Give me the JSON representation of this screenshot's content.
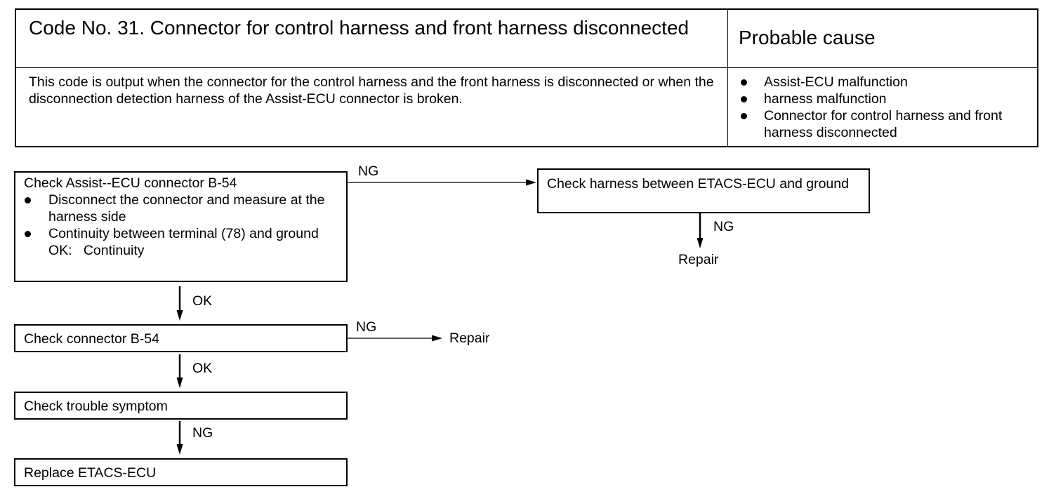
{
  "header": {
    "title": "Code No. 31. Connector for control harness and front harness disconnected",
    "cause_title": "Probable cause",
    "description": "This code is output when the connector for the control harness and the front harness is disconnected or when the disconnection detection harness of the Assist-ECU connector is broken.",
    "causes": [
      "Assist-ECU malfunction",
      "harness malfunction",
      "Connector for control harness and front harness disconnected"
    ]
  },
  "flow": {
    "step1": {
      "title": "Check Assist--ECU connector B-54",
      "items": [
        "Disconnect the connector and measure at the harness side",
        "Continuity between terminal (78) and ground"
      ],
      "ok_note": "OK:   Continuity"
    },
    "step1_ng": "NG",
    "step1_ok": "OK",
    "branch": {
      "title": "Check harness between ETACS-ECU and ground"
    },
    "branch_ng": "NG",
    "branch_result": "Repair",
    "step2": {
      "title": "Check connector B-54"
    },
    "step2_ng": "NG",
    "step2_result": "Repair",
    "step2_ok": "OK",
    "step3": {
      "title": "Check trouble symptom"
    },
    "step3_ng": "NG",
    "step4": {
      "title": "Replace ETACS-ECU"
    }
  }
}
